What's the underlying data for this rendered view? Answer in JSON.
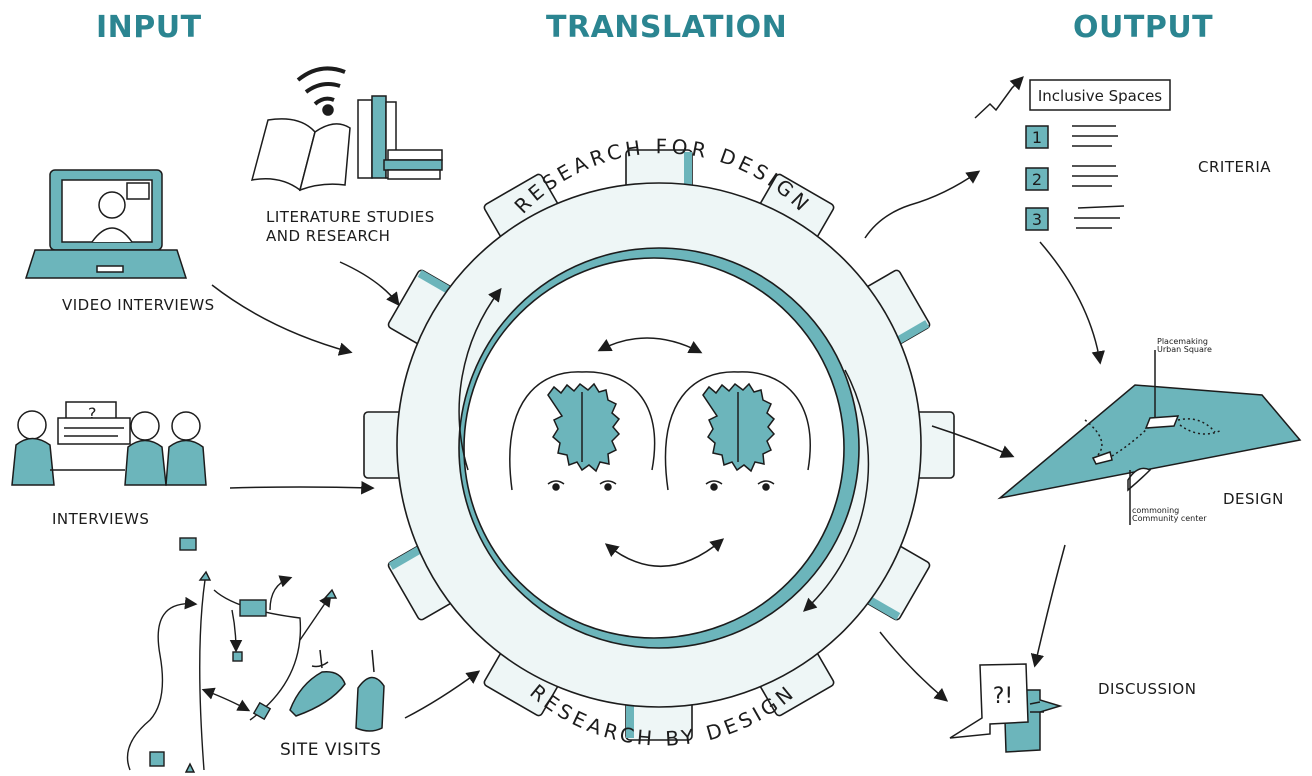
{
  "headings": {
    "input": "INPUT",
    "translation": "TRANSLATION",
    "output": "OUTPUT"
  },
  "inputs": {
    "literature": "LITERATURE STUDIES AND RESEARCH",
    "video_interviews": "VIDEO INTERVIEWS",
    "interviews": "INTERVIEWS",
    "site_visits": "SITE VISITS"
  },
  "gear": {
    "top_label": "RESEARCH FOR DESIGN",
    "bottom_label": "RESEARCH BY DESIGN"
  },
  "outputs": {
    "chart_title": "Inclusive Spaces",
    "criteria_numbers": [
      "1",
      "2",
      "3"
    ],
    "criteria": "CRITERIA",
    "design": "DESIGN",
    "discussion": "DISCUSSION",
    "placemaking_line1": "Placemaking",
    "placemaking_line2": "Urban Square",
    "commoning_line1": "commoning",
    "commoning_line2": "Community center",
    "speech_symbols": "?!"
  },
  "colors": {
    "accent": "#2b8591",
    "fill": "#6cb5bb",
    "gear_fill": "#eef6f6",
    "ink": "#1c1c1c"
  }
}
